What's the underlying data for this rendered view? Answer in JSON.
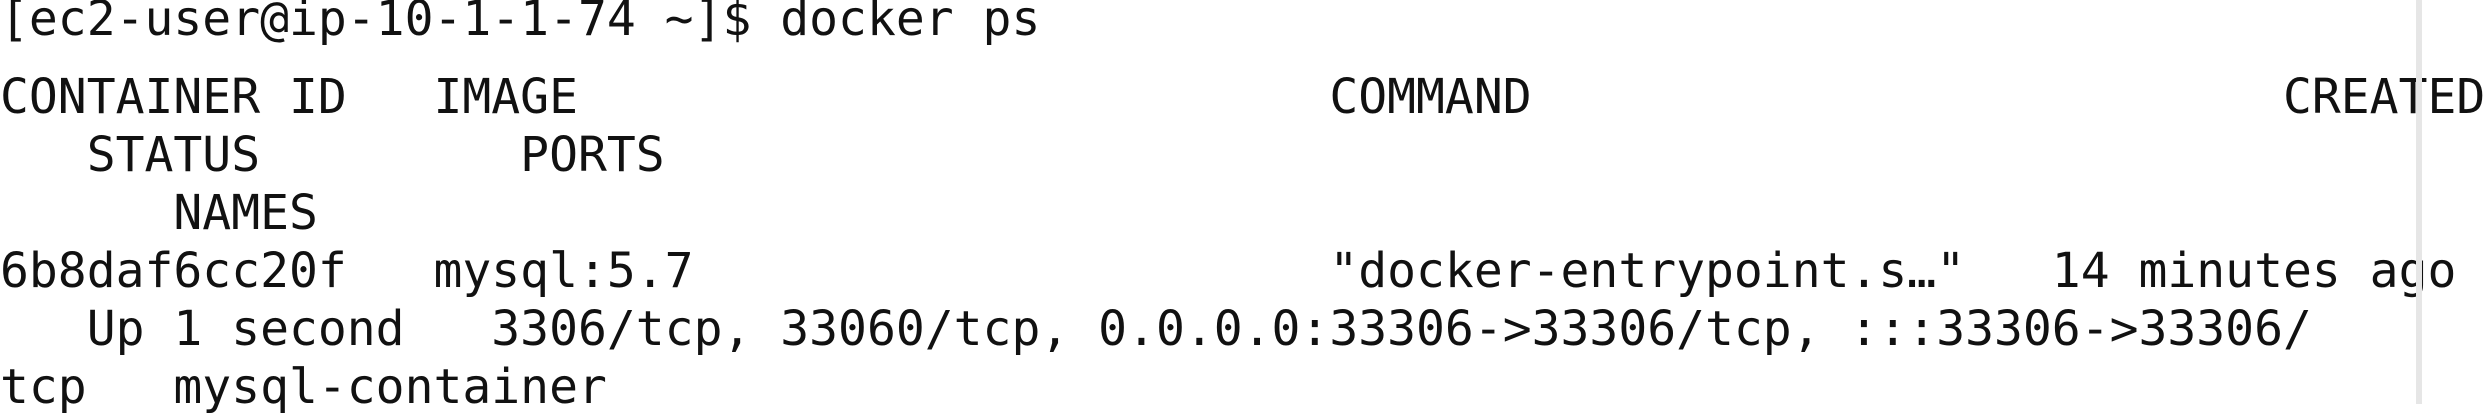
{
  "terminal": {
    "lines": [
      "[ec2-user@ip-10-1-1-74 ~]$ docker ps",
      "CONTAINER ID   IMAGE                          COMMAND                          CREATED",
      "   STATUS         PORTS",
      "      NAMES",
      "6b8daf6cc20f   mysql:5.7                      \"docker-entrypoint.s…\"   14 minutes ago",
      "   Up 1 second   3306/tcp, 33060/tcp, 0.0.0.0:33306->33306/tcp, :::33306->33306/",
      "tcp   mysql-container"
    ]
  }
}
